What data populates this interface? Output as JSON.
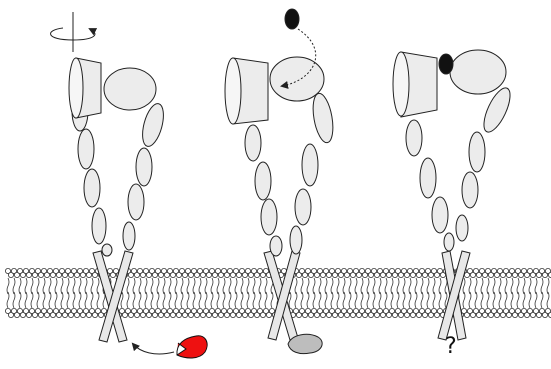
{
  "diagram": {
    "question_mark": "?",
    "colors": {
      "domain_fill": "#ececec",
      "outline": "#222222",
      "ligand": "#111111",
      "red_protein": "#ee1111",
      "grey_protein": "#bdbdbd",
      "lipid_head": "#ffffff",
      "lipid_tail": "#333333"
    },
    "panels": [
      {
        "name": "rotation",
        "extracellular_event": "rotation-arrow",
        "intracellular_event": "red-protein-with-arrow"
      },
      {
        "name": "ligand-binding",
        "extracellular_event": "ligand-with-dotted-arrow",
        "intracellular_event": "grey-protein"
      },
      {
        "name": "bound-state",
        "extracellular_event": "ligand-bound",
        "intracellular_event": "unknown"
      }
    ]
  }
}
